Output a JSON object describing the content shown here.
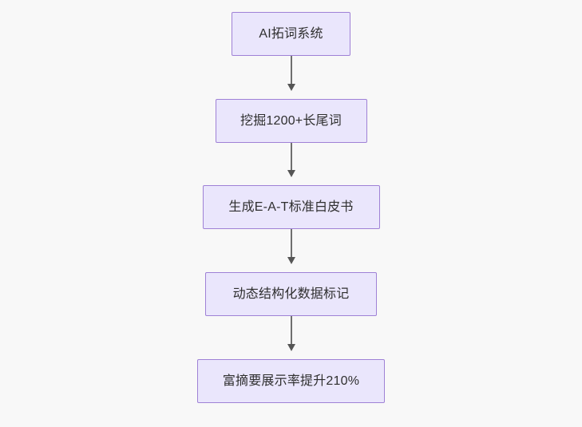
{
  "diagram": {
    "type": "flowchart",
    "direction": "top-to-bottom",
    "background_color": "#f8f8f8",
    "node_fill_color": "#eae6fc",
    "node_border_color": "#9f81d6",
    "node_text_color": "#2f2f2f",
    "connector_color": "#6f6f6f",
    "nodes": [
      {
        "id": "node-1",
        "label": "AI拓词系统"
      },
      {
        "id": "node-2",
        "label": "挖掘1200+长尾词"
      },
      {
        "id": "node-3",
        "label": "生成E-A-T标准白皮书"
      },
      {
        "id": "node-4",
        "label": "动态结构化数据标记"
      },
      {
        "id": "node-5",
        "label": "富摘要展示率提升210%"
      }
    ],
    "edges": [
      {
        "id": "edge-1",
        "from": "node-1",
        "to": "node-2",
        "label": ""
      },
      {
        "id": "edge-2",
        "from": "node-2",
        "to": "node-3",
        "label": ""
      },
      {
        "id": "edge-3",
        "from": "node-3",
        "to": "node-4",
        "label": ""
      },
      {
        "id": "edge-4",
        "from": "node-4",
        "to": "node-5",
        "label": ""
      }
    ]
  }
}
